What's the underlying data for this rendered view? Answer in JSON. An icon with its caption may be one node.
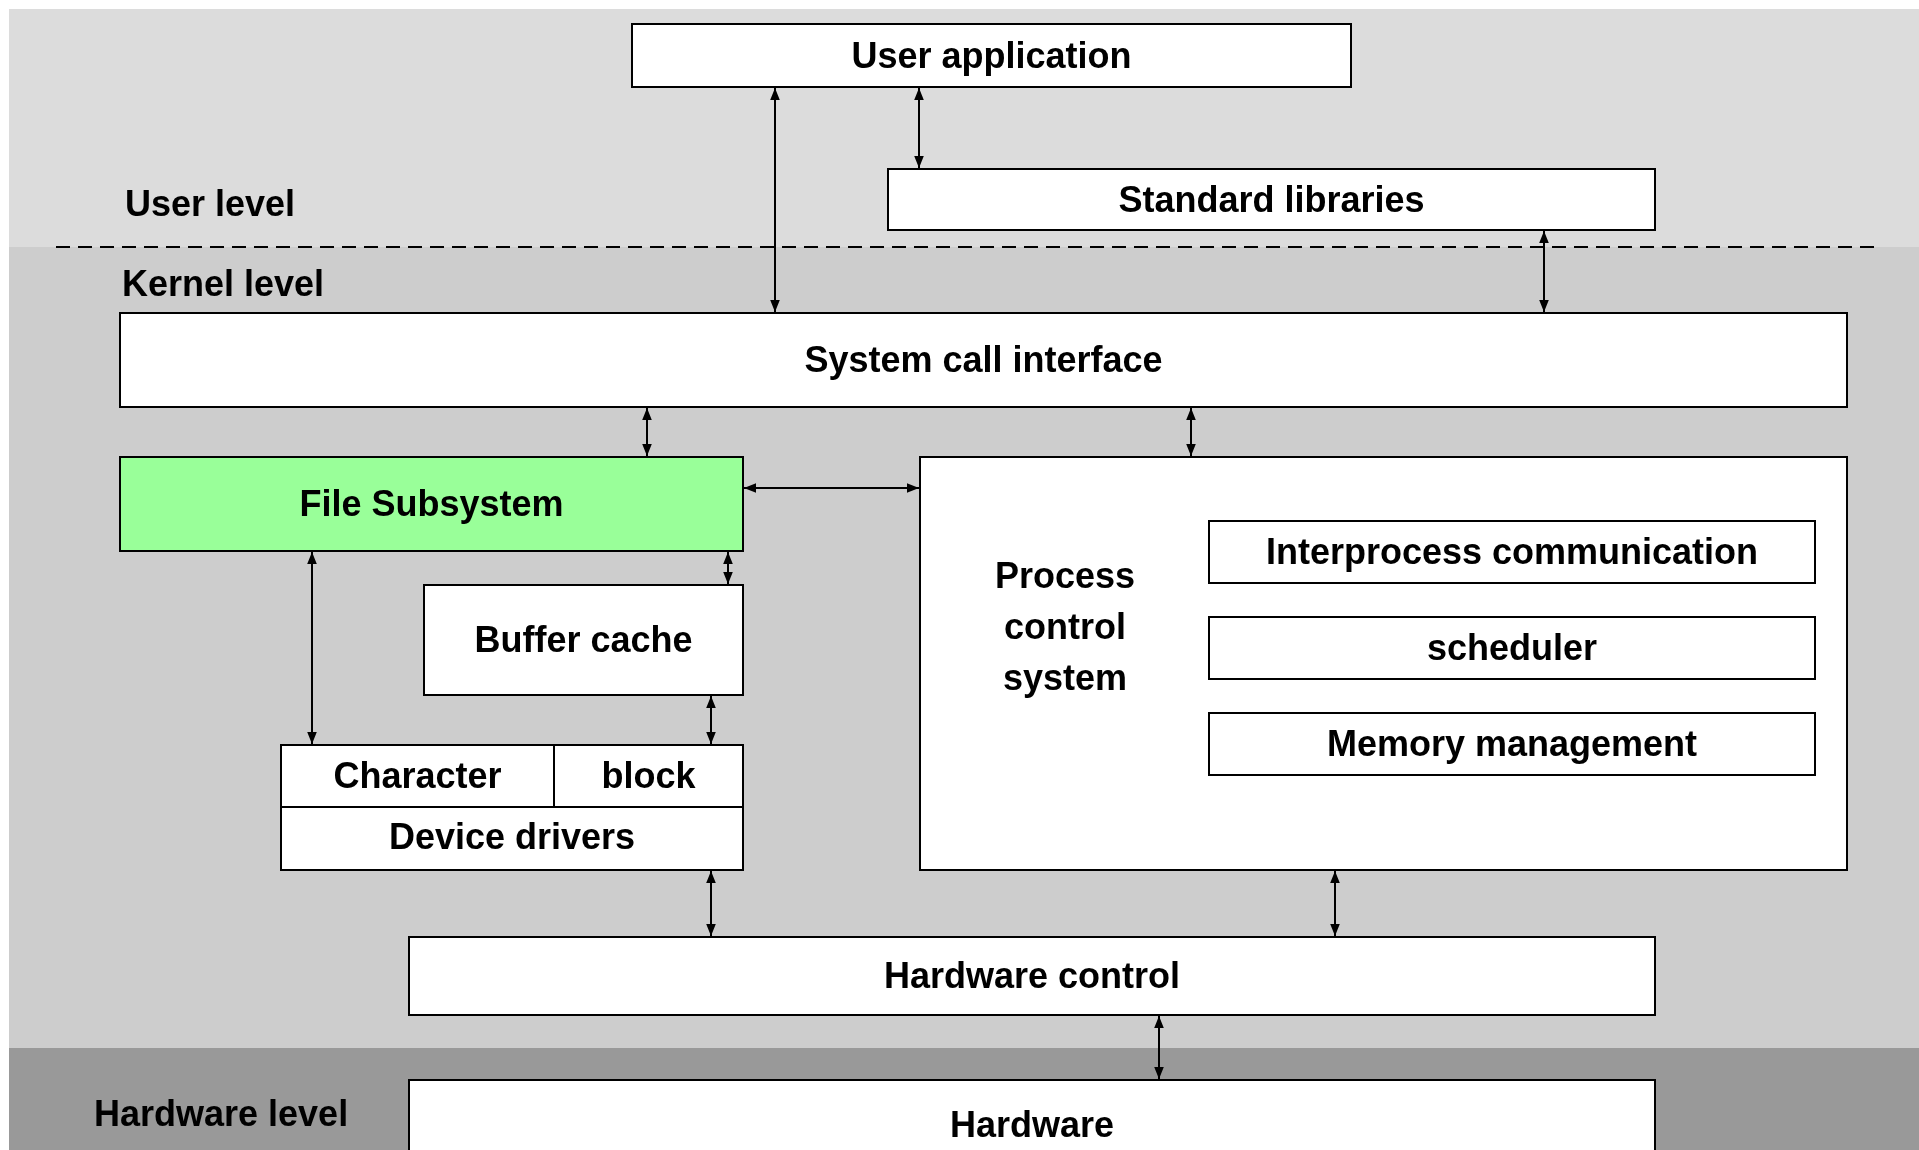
{
  "diagram": {
    "nodes": [
      {
        "text": [
          "User application"
        ]
      },
      {
        "text": [
          "Standard libraries"
        ]
      },
      {
        "text": [
          "System call interface"
        ]
      },
      {
        "text": [
          "File Subsystem"
        ]
      },
      {
        "text": [
          "Process control system"
        ]
      },
      {
        "text": [
          "Interprocess communication"
        ],
        "in": 4
      },
      {
        "text": [
          "scheduler"
        ],
        "in": 4
      },
      {
        "text": [
          "Memory management"
        ],
        "in": 4
      },
      {
        "text": [
          "Buffer cache"
        ]
      },
      {
        "text": [
          "Device drivers"
        ]
      },
      {
        "text": [
          "Character"
        ],
        "in": 9
      },
      {
        "text": [
          "block"
        ],
        "in": 9
      },
      {
        "text": [
          "Hardware control"
        ]
      },
      {
        "text": [
          "Hardware"
        ]
      }
    ],
    "edges": [
      {
        "from": 0,
        "to": 2,
        "arrow": "both"
      },
      {
        "from": 0,
        "to": 1,
        "arrow": "both"
      },
      {
        "from": 1,
        "to": 2,
        "arrow": "both"
      },
      {
        "from": 2,
        "to": 3,
        "arrow": "both"
      },
      {
        "from": 2,
        "to": 4,
        "arrow": "both"
      },
      {
        "from": 3,
        "to": 4,
        "arrow": "both"
      },
      {
        "from": 3,
        "to": 8,
        "arrow": "both"
      },
      {
        "from": 3,
        "to": 10,
        "arrow": "both"
      },
      {
        "from": 8,
        "to": 11,
        "arrow": "both"
      },
      {
        "from": 9,
        "to": 12,
        "arrow": "both"
      },
      {
        "from": 4,
        "to": 12,
        "arrow": "both"
      },
      {
        "from": 12,
        "to": 13,
        "arrow": "both"
      }
    ],
    "labels": [
      "User level",
      "Kernel level",
      "Hardware level"
    ]
  }
}
